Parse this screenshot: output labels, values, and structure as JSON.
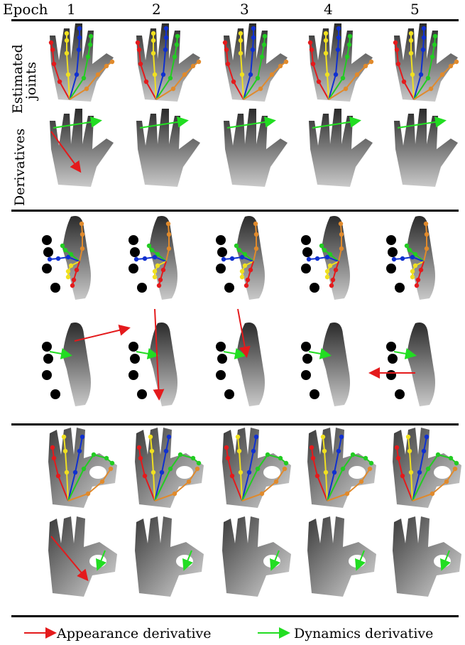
{
  "header": {
    "epoch_label": "Epoch",
    "epochs": [
      "1",
      "2",
      "3",
      "4",
      "5"
    ]
  },
  "row_labels": {
    "estimated_line1": "Estimated",
    "estimated_line2": "joints",
    "derivatives": "Derivatives"
  },
  "legend": {
    "appearance": "Appearance derivative",
    "dynamics": "Dynamics derivative"
  },
  "colors": {
    "appearance": "#e41a1c",
    "dynamics": "#22dd22",
    "thumb": "#e08a2c",
    "index": "#22cc22",
    "middle": "#1030d0",
    "ring": "#f0e020",
    "pinky": "#e41a1c"
  }
}
